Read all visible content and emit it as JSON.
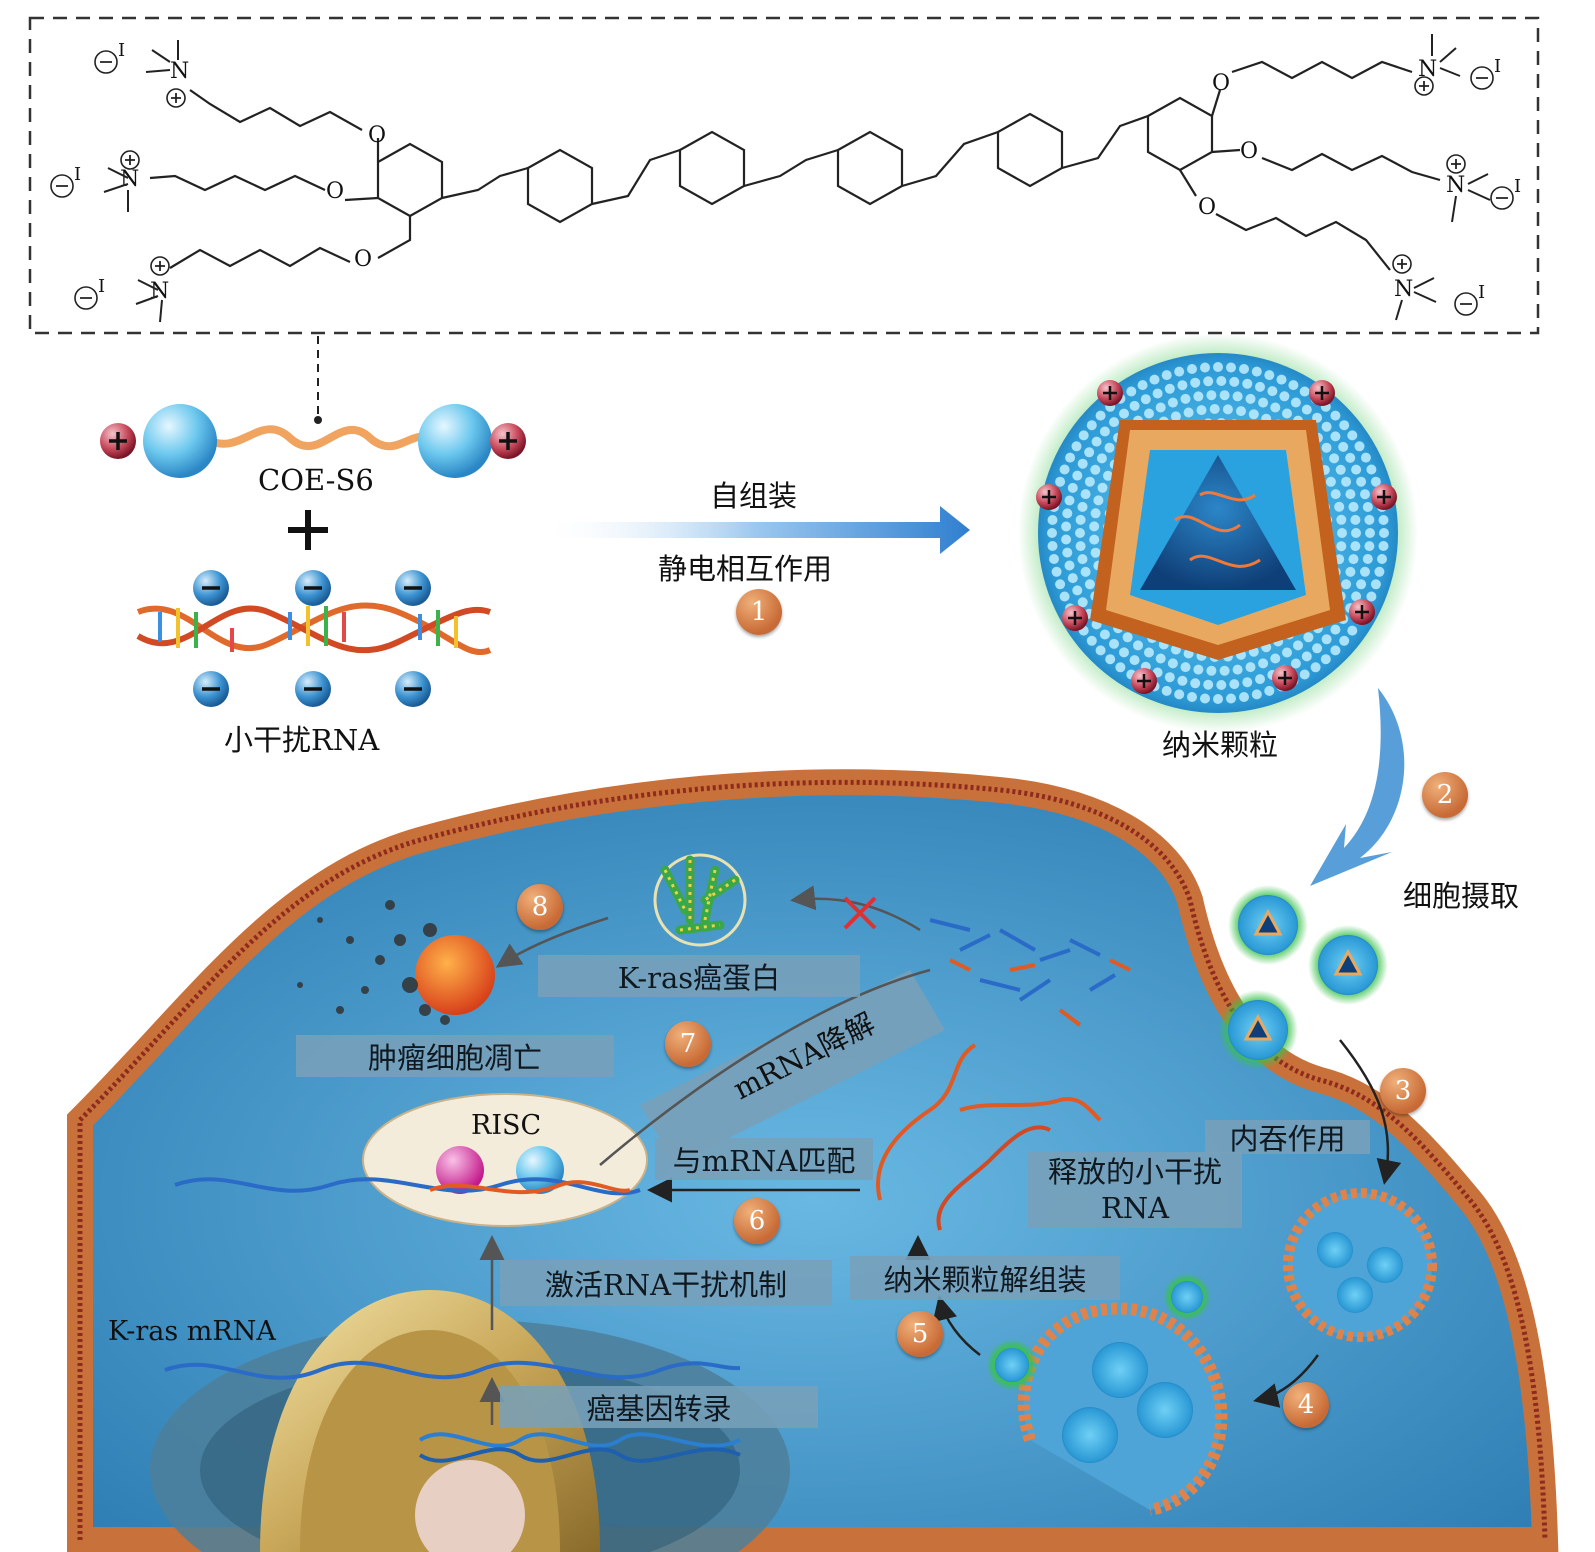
{
  "molecule": {
    "counterion": "I",
    "oxygen": "O",
    "nitrogen": "N"
  },
  "labels": {
    "coe": "COE-S6",
    "sirna": "小干扰RNA",
    "self_assembly": "自组装",
    "electrostatic": "静电相互作用",
    "nanoparticle": "纳米颗粒",
    "uptake": "细胞摄取",
    "endocytosis": "内吞作用",
    "released_sirna": "释放的小干扰RNA",
    "disassembly": "纳米颗粒解组装",
    "match_mrna": "与mRNA匹配",
    "activate_rnai": "激活RNA干扰机制",
    "oncogene_transcription": "癌基因转录",
    "kras_mrna": "K-ras mRNA",
    "risc": "RISC",
    "mrna_degradation": "mRNA降解",
    "kras_protein": "K-ras癌蛋白",
    "apoptosis": "肿瘤细胞凋亡"
  },
  "steps": [
    "1",
    "2",
    "3",
    "4",
    "5",
    "6",
    "7",
    "8"
  ],
  "colors": {
    "cytoplasm": "#3f93c4",
    "membrane": "#d9804a",
    "arrow_blue": "#3f8fd6",
    "badge": "#c86a35",
    "label_box": "#78a0b9",
    "positive": "#a8223a",
    "negative": "#2b7fc4"
  },
  "icons": [
    "positive-charge-icon",
    "negative-charge-icon",
    "cross-mark-icon",
    "arrow-icon"
  ]
}
